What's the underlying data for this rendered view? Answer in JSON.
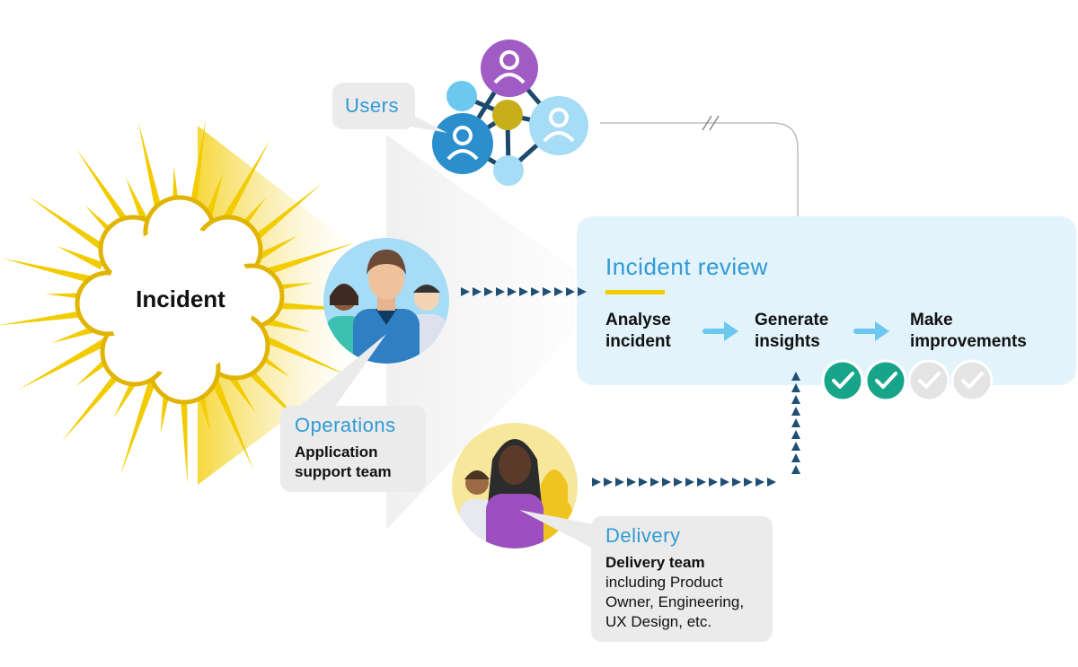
{
  "incident": {
    "label": "Incident"
  },
  "users": {
    "label": "Users"
  },
  "operations": {
    "title": "Operations",
    "line1": "Application",
    "line2": "support team"
  },
  "delivery": {
    "title": "Delivery",
    "team": "Delivery team",
    "line1": "including Product",
    "line2": "Owner, Engineering,",
    "line3": "UX Design, etc."
  },
  "review": {
    "title": "Incident review",
    "steps": [
      {
        "line1": "Analyse",
        "line2": "incident"
      },
      {
        "line1": "Generate",
        "line2": "insights"
      },
      {
        "line1": "Make",
        "line2": "improvements"
      }
    ],
    "checks": [
      {
        "state": "done"
      },
      {
        "state": "done"
      },
      {
        "state": "pending"
      },
      {
        "state": "pending"
      }
    ]
  },
  "colors": {
    "accent_blue": "#2f9ad6",
    "incident_yellow": "#f2cc00",
    "review_bg": "#e2f3fb",
    "check_done": "#17a589",
    "check_pending": "#e4e4e4",
    "arrow_dots": "#1f4f73"
  }
}
